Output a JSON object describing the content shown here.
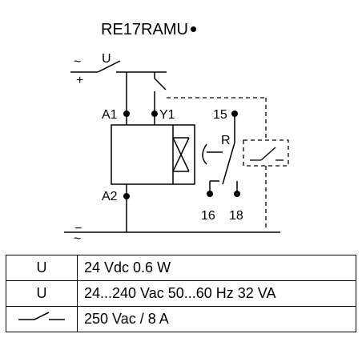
{
  "diagram": {
    "title": "RE17RAMU",
    "supply": {
      "ac_symbol": "~",
      "label": "U",
      "plus": "+",
      "minus": "−",
      "ac_symbol_bottom": "~"
    },
    "terminals": {
      "a1": "A1",
      "y1": "Y1",
      "a2": "A2",
      "t15": "15",
      "relay": "R",
      "t16": "16",
      "t18": "18"
    }
  },
  "specs": {
    "rows": [
      {
        "symbol": "U",
        "value": "24 Vdc  0.6 W"
      },
      {
        "symbol": "U",
        "value": "24...240 Vac  50...60 Hz  32 VA"
      },
      {
        "symbol_icon": "switch-contact-icon",
        "value": "250 Vac / 8 A"
      }
    ]
  }
}
